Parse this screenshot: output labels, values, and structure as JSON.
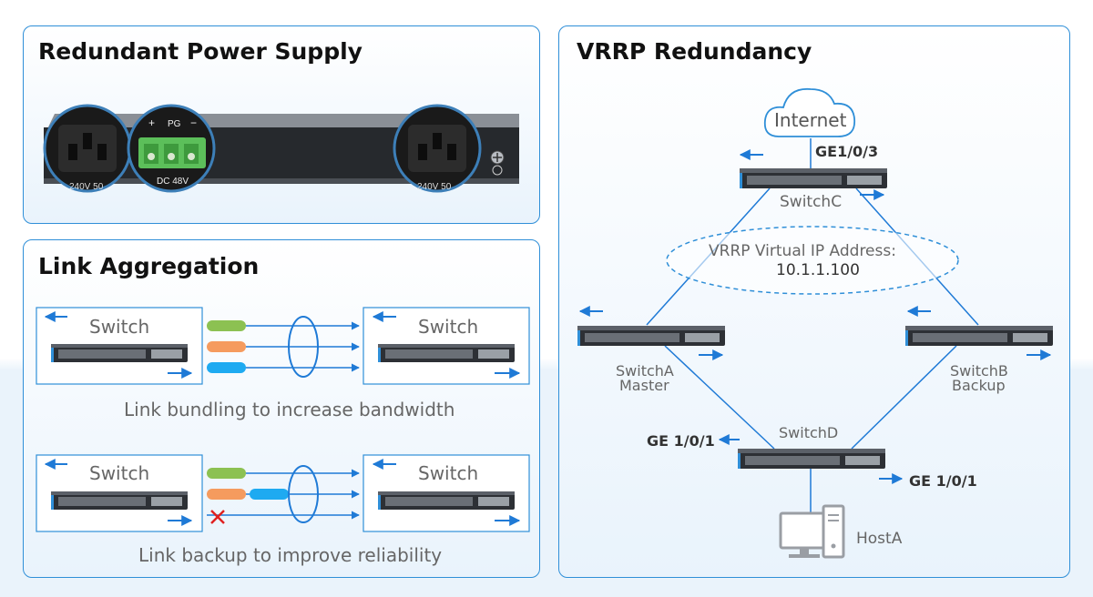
{
  "power_panel": {
    "title": "Redundant Power Supply",
    "left_socket_text": "240V 50",
    "right_socket_text": "240V 50",
    "terminal_plus": "+",
    "terminal_pg": "PG",
    "terminal_minus": "−",
    "dc_label": "DC 48V"
  },
  "link_panel": {
    "title": "Link Aggregation",
    "bundling": {
      "left_switch": "Switch",
      "right_switch": "Switch",
      "caption": "Link bundling to increase bandwidth"
    },
    "backup": {
      "left_switch": "Switch",
      "right_switch": "Switch",
      "caption": "Link backup to improve reliability"
    },
    "colors": {
      "green": "#8cc152",
      "orange": "#f59b5e",
      "blue": "#1eaaf1",
      "line": "#1f7ad6",
      "fail": "#e02020"
    }
  },
  "vrrp_panel": {
    "title": "VRRP Redundancy",
    "cloud_label": "Internet",
    "port_top": "GE1/0/3",
    "switch_c": "SwitchC",
    "virtual_ip_title": "VRRP Virtual IP Address:",
    "virtual_ip": "10.1.1.100",
    "switch_a": "SwitchA",
    "switch_a_role": "Master",
    "switch_b": "SwitchB",
    "switch_b_role": "Backup",
    "switch_d": "SwitchD",
    "port_left": "GE 1/0/1",
    "port_right": "GE 1/0/1",
    "host": "HostA"
  }
}
